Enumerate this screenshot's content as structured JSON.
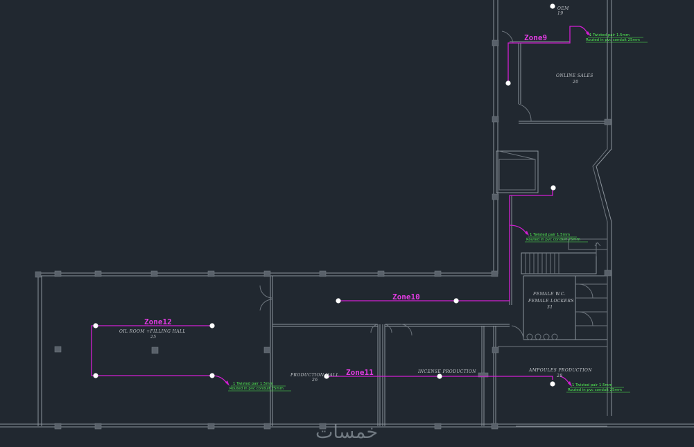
{
  "drawing": {
    "rooms": [
      {
        "id": "top",
        "name": "OEM",
        "num": "19"
      },
      {
        "id": "online",
        "name": "ONLINE SALES",
        "num": "20"
      },
      {
        "id": "oil",
        "name": "OIL ROOM +FILLING HALL",
        "num": "25"
      },
      {
        "id": "production",
        "name": "PRODUCTION HALL",
        "num": "26"
      },
      {
        "id": "incense",
        "name": "INCENSE PRODUCTION",
        "num": ""
      },
      {
        "id": "ampoules",
        "name": "AMPOULES PRODUCTION",
        "num": "28"
      },
      {
        "id": "female",
        "name": "FEMALE W.C.",
        "name2": "FEMALE LOCKERS",
        "num": "31"
      }
    ],
    "zones": [
      {
        "id": "zone9",
        "label": "Zone9"
      },
      {
        "id": "zone10",
        "label": "Zone10"
      },
      {
        "id": "zone11",
        "label": "Zone11"
      },
      {
        "id": "zone12",
        "label": "Zone12"
      }
    ],
    "notes": [
      {
        "line1": "1 Twisted pair  1.5mm",
        "line2": "Routed in pvc conduit 25mm"
      },
      {
        "line1": "1 Twisted pair  1.5mm",
        "line2": "Routed in pvc conduit 25mm"
      },
      {
        "line1": "1 Twisted pair  1.5mm",
        "line2": "Routed in pvc conduit 25mm"
      },
      {
        "line1": "1 Twisted pair  1.5mm",
        "line2": "Routed in pvc conduit 25mm"
      }
    ],
    "watermark": "خمسات",
    "colors": {
      "background": "#212830",
      "walls": "#8c949c",
      "wiring": "#d21ed2",
      "notes": "#52f052",
      "zone_label": "#e23ce2"
    }
  }
}
